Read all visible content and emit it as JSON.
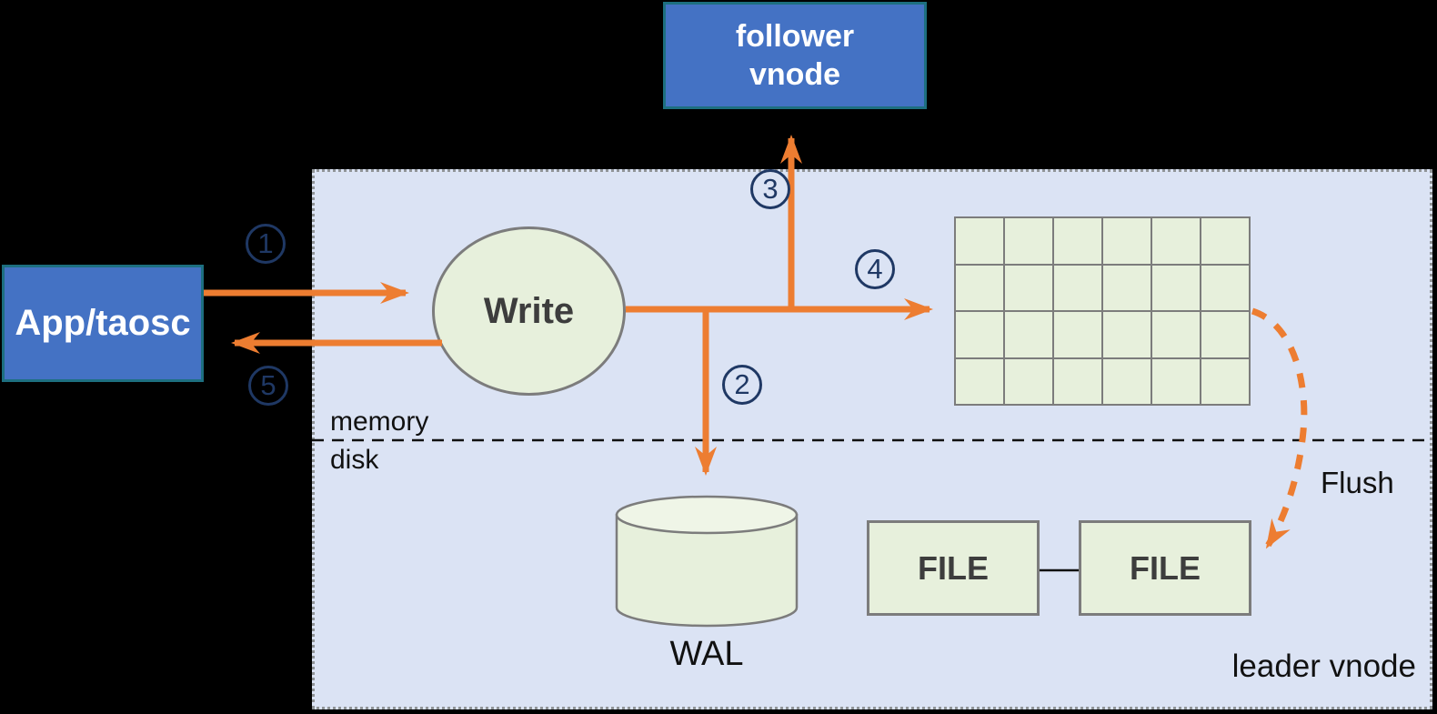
{
  "colors": {
    "background": "#000000",
    "panel_fill": "#dbe3f4",
    "panel_border": "#8f9396",
    "node_blue_fill": "#4472c4",
    "node_blue_border": "#1d6f80",
    "green_fill": "#e7f0dc",
    "green_fill_light": "#eff5e7",
    "gray_border": "#7c7c7c",
    "arrow_orange": "#ed7d31",
    "step_navy": "#1f3864",
    "text_dark": "#3d3d3d",
    "text_black": "#111111",
    "text_white": "#ffffff"
  },
  "nodes": {
    "app_taosc": {
      "label": "App/taosc"
    },
    "follower_vnode": {
      "line1": "follower",
      "line2": "vnode"
    },
    "write": {
      "label": "Write"
    },
    "wal": {
      "label": "WAL"
    },
    "file_left": {
      "label": "FILE"
    },
    "file_right": {
      "label": "FILE"
    }
  },
  "labels": {
    "memory": "memory",
    "disk": "disk",
    "flush": "Flush",
    "leader_vnode": "leader vnode"
  },
  "steps": {
    "s1": "1",
    "s2": "2",
    "s3": "3",
    "s4": "4",
    "s5": "5"
  },
  "grid": {
    "rows": 4,
    "cols": 6
  }
}
